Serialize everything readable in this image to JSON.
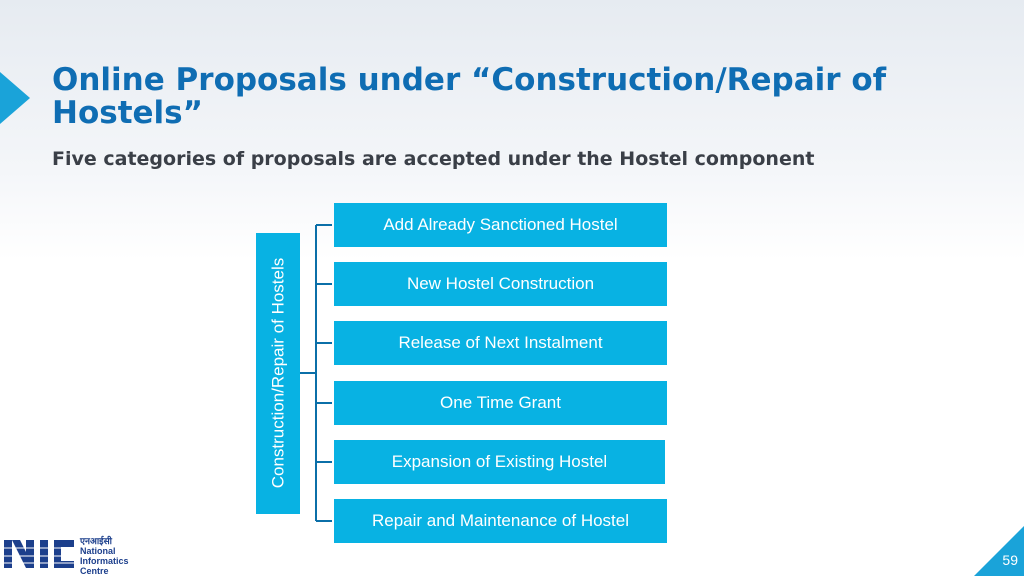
{
  "slide": {
    "title": "Online Proposals under “Construction/Repair of Hostels”",
    "subtitle": "Five categories of proposals are accepted under the Hostel component",
    "page_number": "59"
  },
  "diagram": {
    "root": "Construction/Repair of Hostels",
    "items": [
      "Add Already Sanctioned Hostel",
      "New Hostel Construction",
      "Release of Next Instalment",
      "One Time Grant",
      "Expansion of Existing Hostel",
      "Repair and Maintenance of Hostel"
    ]
  },
  "logo": {
    "hindi": "एनआईसी",
    "line1": "National",
    "line2": "Informatics",
    "line3": "Centre"
  },
  "colors": {
    "accent": "#08b2e3",
    "title": "#0f6db3",
    "connector": "#0b6fa8"
  }
}
